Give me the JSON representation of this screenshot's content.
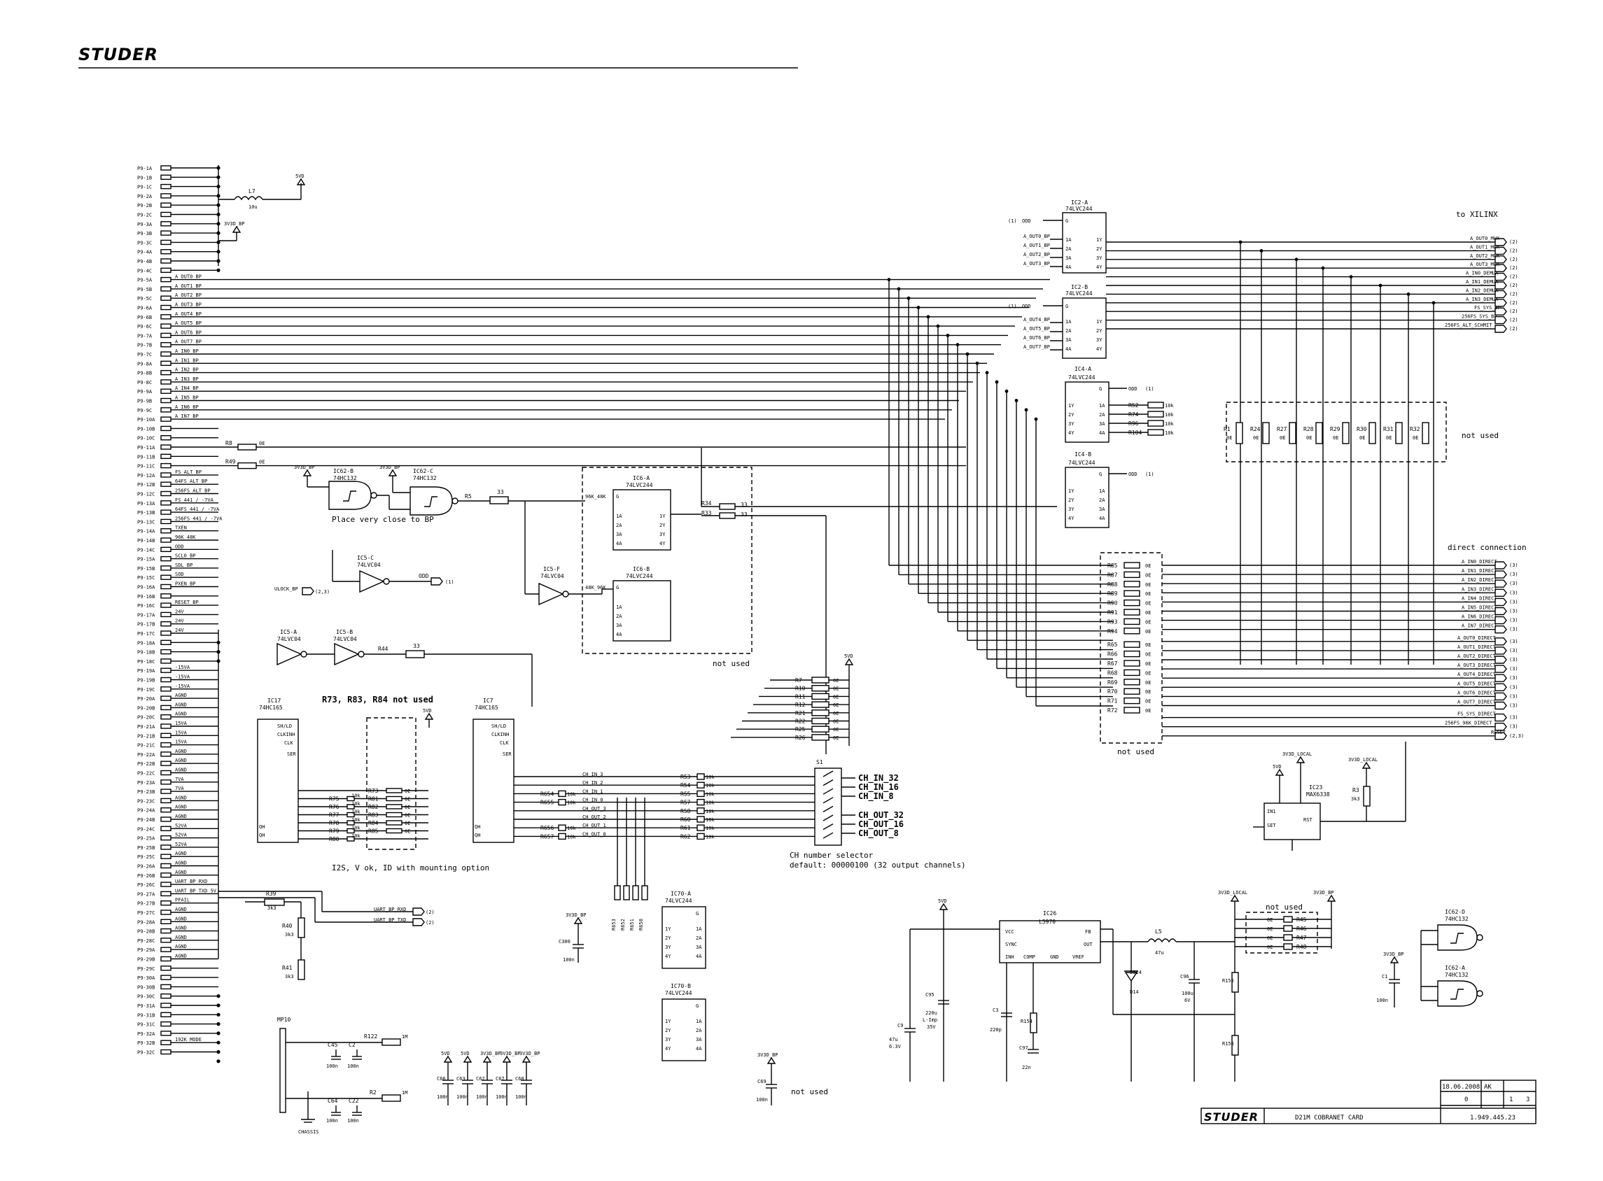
{
  "header": {
    "logo": "STUDER"
  },
  "connector_pins": [
    "P9-1A",
    "P9-1B",
    "P9-1C",
    "P9-2A",
    "P9-2B",
    "P9-2C",
    "P9-3A",
    "P9-3B",
    "P9-3C",
    "P9-4A",
    "P9-4B",
    "P9-4C",
    "P9-5A",
    "P9-5B",
    "P9-5C",
    "P9-6A",
    "P9-6B",
    "P9-6C",
    "P9-7A",
    "P9-7B",
    "P9-7C",
    "P9-8A",
    "P9-8B",
    "P9-8C",
    "P9-9A",
    "P9-9B",
    "P9-9C",
    "P9-10A",
    "P9-10B",
    "P9-10C",
    "P9-11A",
    "P9-11B",
    "P9-11C",
    "P9-12A",
    "P9-12B",
    "P9-12C",
    "P9-13A",
    "P9-13B",
    "P9-13C",
    "P9-14A",
    "P9-14B",
    "P9-14C",
    "P9-15A",
    "P9-15B",
    "P9-15C",
    "P9-16A",
    "P9-16B",
    "P9-16C",
    "P9-17A",
    "P9-17B",
    "P9-17C",
    "P9-18A",
    "P9-18B",
    "P9-18C",
    "P9-19A",
    "P9-19B",
    "P9-19C",
    "P9-20A",
    "P9-20B",
    "P9-20C",
    "P9-21A",
    "P9-21B",
    "P9-21C",
    "P9-22A",
    "P9-22B",
    "P9-22C",
    "P9-23A",
    "P9-23B",
    "P9-23C",
    "P9-24A",
    "P9-24B",
    "P9-24C",
    "P9-25A",
    "P9-25B",
    "P9-25C",
    "P9-26A",
    "P9-26B",
    "P9-26C",
    "P9-27A",
    "P9-27B",
    "P9-27C",
    "P9-28A",
    "P9-28B",
    "P9-28C",
    "P9-29A",
    "P9-29B",
    "P9-29C",
    "P9-30A",
    "P9-30B",
    "P9-30C",
    "P9-31A",
    "P9-31B",
    "P9-31C",
    "P9-32A",
    "P9-32B",
    "P9-32C"
  ],
  "pin_signals": [
    "",
    "",
    "",
    "",
    "",
    "",
    "",
    "",
    "",
    "",
    "",
    "",
    "A_OUT0_BP",
    "A_OUT1_BP",
    "A_OUT2_BP",
    "A_OUT3_BP",
    "A_OUT4_BP",
    "A_OUT5_BP",
    "A_OUT6_BP",
    "A_OUT7_BP",
    "A_IN0_BP",
    "A_IN1_BP",
    "A_IN2_BP",
    "A_IN3_BP",
    "A_IN4_BP",
    "A_IN5_BP",
    "A_IN6_BP",
    "A_IN7_BP",
    "",
    "",
    "",
    "",
    "",
    "FS_ALT_BP",
    "64FS_ALT_BP",
    "256FS_ALT_BP",
    "FS_441 / -7VA",
    "64FS_441 / -7VA",
    "256FS_441 / -7VA",
    "TXEN",
    "96K_48K",
    "ODD",
    "SCL0_BP",
    "SDL_BP",
    "SOD",
    "PXEN_BP",
    "",
    "RESET_BP",
    "24V",
    "24V",
    "24V",
    "",
    "",
    "",
    "-15VA",
    "-15VA",
    "-15VA",
    "AGND",
    "AGND",
    "AGND",
    "15VA",
    "15VA",
    "15VA",
    "AGND",
    "AGND",
    "AGND",
    "7VA",
    "7VA",
    "AGND",
    "AGND",
    "AGND",
    "52VA",
    "52VA",
    "52VA",
    "AGND",
    "AGND",
    "AGND",
    "UART_BP_RXD",
    "UART_BP_TXD_5V",
    "PFAIL",
    "AGND",
    "AGND",
    "AGND",
    "AGND",
    "AGND",
    "AGND",
    "",
    "",
    "",
    "",
    "",
    "",
    "",
    "",
    "192K_MODE"
  ],
  "power_labels": {
    "v5": "5VD",
    "v33bp": "3V3D_BP",
    "v33local": "3V3D_LOCAL",
    "chassis": "CHASSIS"
  },
  "ics": {
    "ic2a": {
      "ref": "IC2-A",
      "type": "74LVC244"
    },
    "ic2b": {
      "ref": "IC2-B",
      "type": "74LVC244"
    },
    "ic4a": {
      "ref": "IC4-A",
      "type": "74LVC244"
    },
    "ic4b": {
      "ref": "IC4-B",
      "type": "74LVC244"
    },
    "ic6a": {
      "ref": "IC6-A",
      "type": "74LVC244"
    },
    "ic6b": {
      "ref": "IC6-B",
      "type": "74LVC244"
    },
    "ic62b": {
      "ref": "IC62-B",
      "type": "74HC132"
    },
    "ic62c": {
      "ref": "IC62-C",
      "type": "74HC132"
    },
    "ic62d": {
      "ref": "IC62-D",
      "type": "74HC132"
    },
    "ic62a": {
      "ref": "IC62-A",
      "type": "74HC132"
    },
    "ic5a": {
      "ref": "IC5-A",
      "type": "74LVC04"
    },
    "ic5b": {
      "ref": "IC5-B",
      "type": "74LVC04"
    },
    "ic5c": {
      "ref": "IC5-C",
      "type": "74LVC04"
    },
    "ic5f": {
      "ref": "IC5-F",
      "type": "74LVC04"
    },
    "ic17": {
      "ref": "IC17",
      "type": "74HC165"
    },
    "ic7": {
      "ref": "IC7",
      "type": "74HC165"
    },
    "ic70a": {
      "ref": "IC70-A",
      "type": "74LVC244"
    },
    "ic70b": {
      "ref": "IC70-B",
      "type": "74LVC244"
    },
    "ic23": {
      "ref": "IC23",
      "type": "MAX6338"
    },
    "ic26": {
      "ref": "IC26",
      "type": "L5970"
    }
  },
  "ic2a_in": [
    "A_OUT0_BP",
    "A_OUT1_BP",
    "A_OUT2_BP",
    "A_OUT3_BP"
  ],
  "ic2b_in": [
    "A_OUT4_BP",
    "A_OUT5_BP",
    "A_OUT6_BP",
    "A_OUT7_BP"
  ],
  "xilinx": {
    "title": "to XILINX",
    "nets": [
      "A_OUT0_MUX",
      "A_OUT1_MUX",
      "A_OUT2_MUX",
      "A_OUT3_MUX",
      "A_IN0_DEMUX",
      "A_IN1_DEMUX",
      "A_IN2_DEMUX",
      "A_IN3_DEMUX",
      "FS_SYS_BP",
      "256FS_SYS_BP",
      "256FS_ALT_SCHMIT"
    ],
    "sheet_ref": "(2)"
  },
  "direct": {
    "title": "direct connection",
    "nets": [
      "A_IN0_DIRECT",
      "A_IN1_DIRECT",
      "A_IN2_DIRECT",
      "A_IN3_DIRECT",
      "A_IN4_DIRECT",
      "A_IN5_DIRECT",
      "A_IN6_DIRECT",
      "A_IN7_DIRECT",
      "A_OUT0_DIRECT",
      "A_OUT1_DIRECT",
      "A_OUT2_DIRECT",
      "A_OUT3_DIRECT",
      "A_OUT4_DIRECT",
      "A_OUT5_DIRECT",
      "A_OUT6_DIRECT",
      "A_OUT7_DIRECT",
      "FS_SYS_DIRECT",
      "256FS_96K_DIRECT",
      "RESET"
    ],
    "sheet_ref": "(3)",
    "reset_ref": "(2,3)"
  },
  "ic4_r": [
    "R52",
    "R74",
    "R96",
    "R104"
  ],
  "row_resistors": [
    "R1",
    "R24",
    "R27",
    "R28",
    "R29",
    "R30",
    "R31",
    "R32"
  ],
  "direct_resistors_a": [
    "R85",
    "R87",
    "R88",
    "R89",
    "R90",
    "R91",
    "R93",
    "R94"
  ],
  "direct_resistors_b": [
    "R65",
    "R66",
    "R67",
    "R68",
    "R69",
    "R70",
    "R71",
    "R72"
  ],
  "dip_resistors": [
    "R7",
    "R10",
    "R11",
    "R12",
    "R21",
    "R22",
    "R25",
    "R26"
  ],
  "cn_res_a": [
    "R53",
    "R54",
    "R55",
    "R57",
    "R58",
    "R60",
    "R61",
    "R62"
  ],
  "cn_res_b": [
    "R654",
    "R655",
    "",
    "",
    "R656",
    "R657"
  ],
  "cn_nets": [
    "CH_IN_3",
    "CH_IN_2",
    "CH_IN_1",
    "CH_IN_0",
    "CH_OUT_3",
    "CH_OUT_2",
    "CH_OUT_1",
    "CH_OUT_0"
  ],
  "switch": {
    "ref": "S1",
    "outputs": [
      "CH_IN_32",
      "CH_IN_16",
      "CH_IN_8",
      "CH_OUT_32",
      "CH_OUT_16",
      "CH_OUT_8"
    ]
  },
  "notes": {
    "not_used": "not used",
    "place_close": "Place very close to BP",
    "r73": "R73, R83, R84 not used",
    "i2s": "I2S, V ok, ID with mounting option",
    "ch_sel": "CH number selector",
    "ch_default": "default: 00000100 (32 output channels)"
  },
  "misc_labels": {
    "odd": "ODD",
    "odd_bar": "ODD",
    "uclock": "ULOCK_BP",
    "uclock_ref": "(2,3)",
    "uart_rxd": "UART_BP_RXD",
    "uart_txd": "UART_BP_TXD",
    "ref1": "(1)",
    "ref2": "(2)",
    "mp10": "MP10",
    "i2s_96k": "96K_48K",
    "in_48k": "48K_96K"
  },
  "values": {
    "zero": "0E",
    "k10": "10k",
    "k3": "3k3",
    "n100": "100n",
    "meg": "1M",
    "p220": "220p",
    "n22": "22n",
    "u47": "47u",
    "u10": "10u",
    "r33": "33",
    "c95": "220u L-Imp 35V",
    "c96": "100u 6V",
    "c9": "47u 6.3V"
  },
  "title_block": {
    "date": "18.06.2008",
    "author": "AK",
    "index": "0",
    "sheet": "1",
    "of": "3",
    "company": "STUDER",
    "title": "D21M COBRANET CARD",
    "number": "1.949.445.23"
  }
}
